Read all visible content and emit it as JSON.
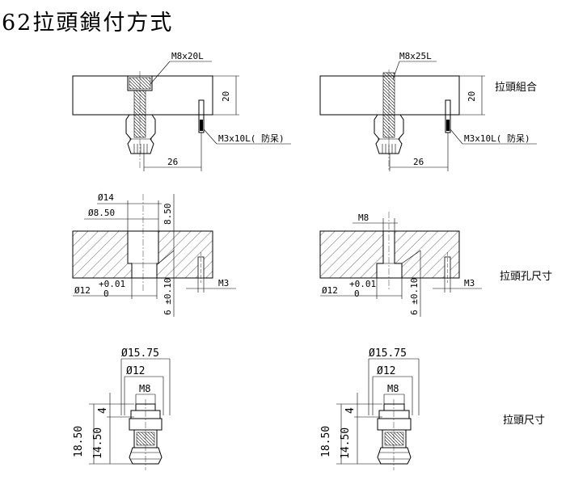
{
  "title": "62拉頭鎖付方式",
  "row_labels": {
    "assembly": "拉頭組合",
    "hole_size": "拉頭孔尺寸",
    "stud_size": "拉頭尺寸"
  },
  "assembly_left": {
    "bolt": "M8x20L",
    "height": "20",
    "pin": "M3x10L( 防呆)",
    "offset": "26"
  },
  "assembly_right": {
    "bolt": "M8x25L",
    "height": "20",
    "pin": "M3x10L( 防呆)",
    "offset": "26"
  },
  "hole_left": {
    "d1": "Ø14",
    "d2": "Ø8.50",
    "depth1": "8.50",
    "tol_upper": "+0.01",
    "tol_lower": "0",
    "d3": "Ø12",
    "depth2": "6 ±0.10",
    "pin": "M3"
  },
  "hole_right": {
    "thread": "M8",
    "tol_upper": "+0.01",
    "tol_lower": "0",
    "d3": "Ø12",
    "depth2": "6 ±0.10",
    "pin": "M3"
  },
  "stud_left": {
    "d_outer": "Ø15.75",
    "d_mid": "Ø12",
    "thread": "M8",
    "h_total": "18.50",
    "h_lower": "14.50",
    "h_upper": "4"
  },
  "stud_right": {
    "d_outer": "Ø15.75",
    "d_mid": "Ø12",
    "thread": "M8",
    "h_total": "18.50",
    "h_lower": "14.50",
    "h_upper": "4"
  }
}
